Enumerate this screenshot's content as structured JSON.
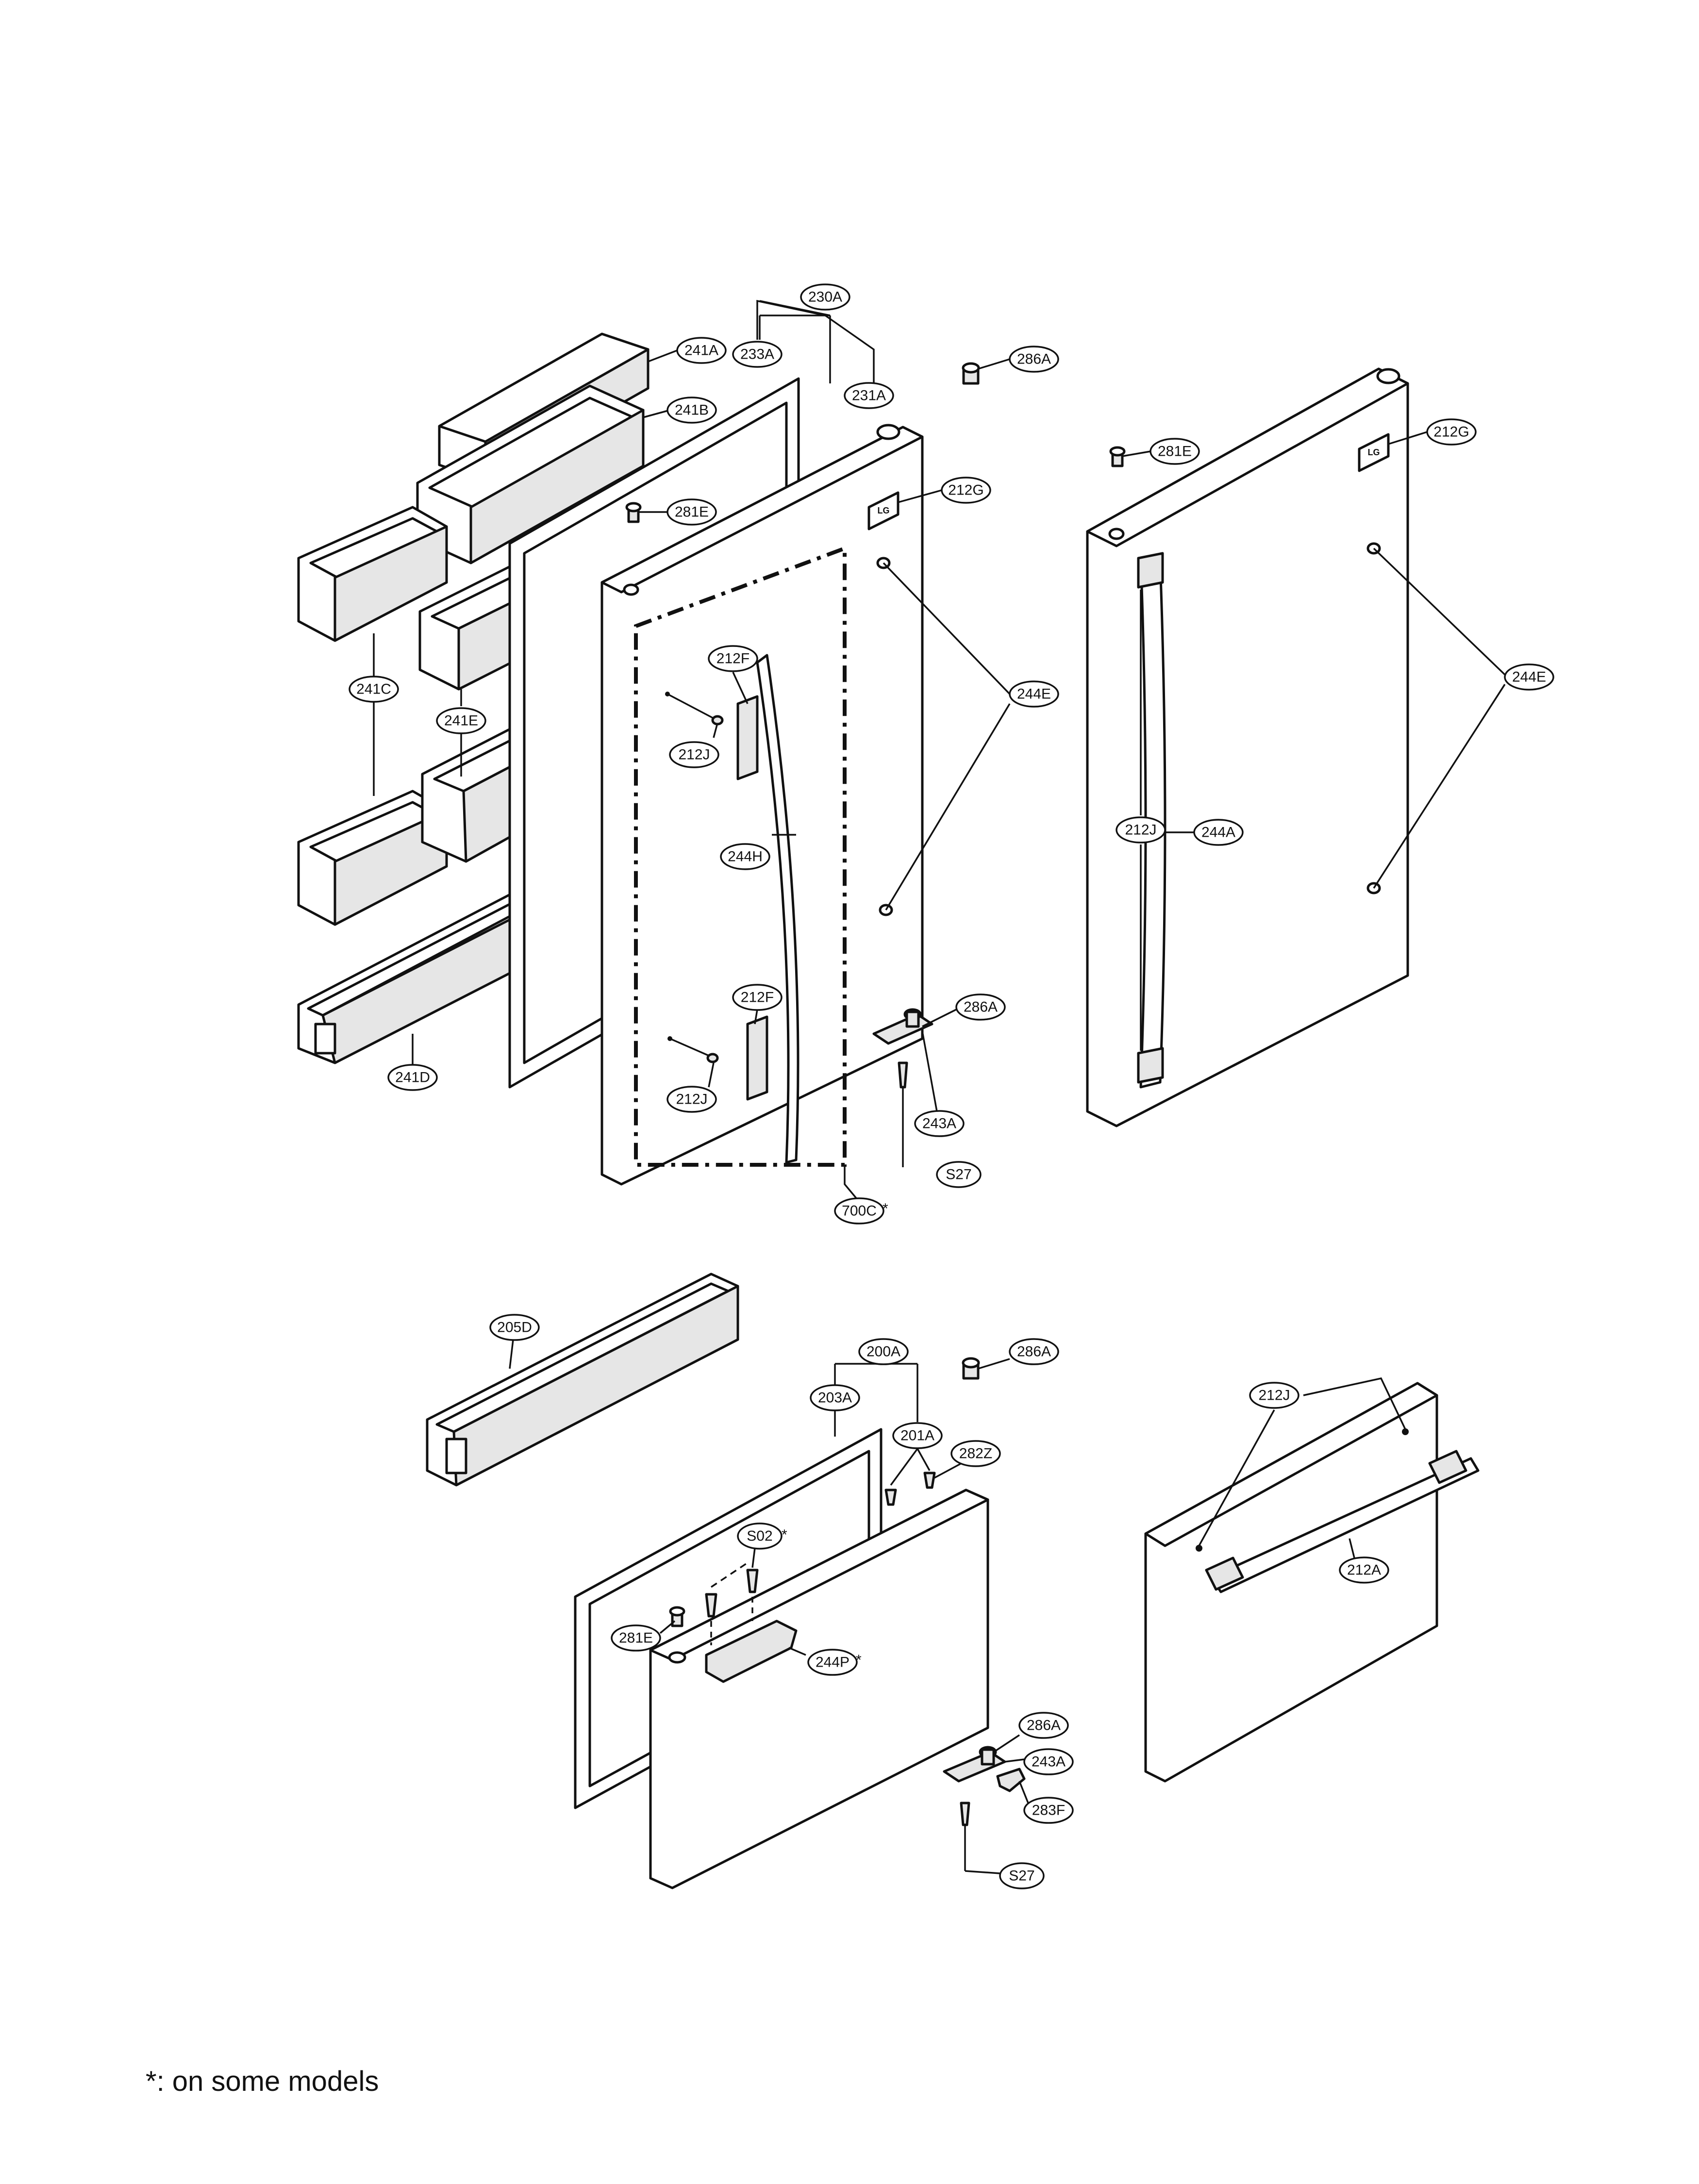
{
  "footnote": "*: on some models",
  "logo": "LG",
  "callouts": {
    "c230A": "230A",
    "c233A": "233A",
    "c231A": "231A",
    "c241A": "241A",
    "c241B": "241B",
    "c286A_1": "286A",
    "c281E_1": "281E",
    "c212G_1": "212G",
    "c281E_2": "281E",
    "c212G_2": "212G",
    "c212F_1": "212F",
    "c212J_1": "212J",
    "c244E_1": "244E",
    "c244E_2": "244E",
    "c241C": "241C",
    "c241E": "241E",
    "c244H": "244H",
    "c212J_2": "212J",
    "c244A": "244A",
    "c212F_2": "212F",
    "c286A_2": "286A",
    "c241D": "241D",
    "c212J_3": "212J",
    "c243A_1": "243A",
    "c S27_1": "S27",
    "c700C": "700C",
    "c205D": "205D",
    "c200A": "200A",
    "c286A_3": "286A",
    "c203A": "203A",
    "c201A": "201A",
    "c282Z": "282Z",
    "c212J_4": "212J",
    "cS02": "S02",
    "c281E_3": "281E",
    "c244P": "244P",
    "c212A": "212A",
    "c286A_4": "286A",
    "c243A_2": "243A",
    "c283F": "283F",
    "cS27_2": "S27"
  },
  "asterisk": "*"
}
